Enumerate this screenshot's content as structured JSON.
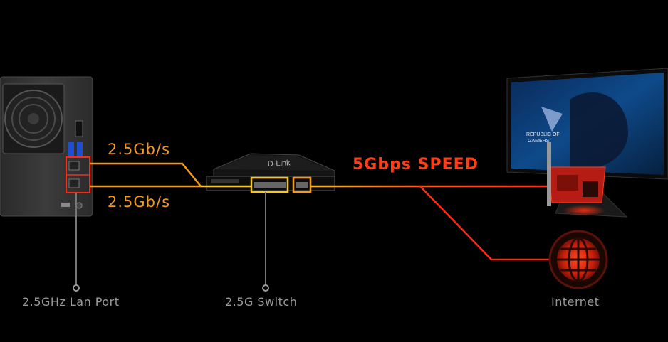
{
  "labels": {
    "nas_speed_top": "2.5Gb/s",
    "nas_speed_bottom": "2.5Gb/s",
    "combined_speed": "5Gbps SPEED",
    "nas_caption": "2.5GHz Lan Port",
    "switch_caption": "2.5G Switch",
    "internet_caption": "Internet"
  },
  "switch_brand": "D-Link",
  "monitor_text": {
    "line1": "REPUBLIC OF",
    "line2": "GAMERS"
  },
  "colors": {
    "background": "#000000",
    "orange": "#f39a1e",
    "yellow": "#f6c81a",
    "red": "#ff2a12",
    "caption_gray": "#9a9a9a"
  },
  "icons": [
    "nas-device-icon",
    "network-switch-icon",
    "gaming-monitor-icon",
    "network-card-icon",
    "globe-icon"
  ]
}
